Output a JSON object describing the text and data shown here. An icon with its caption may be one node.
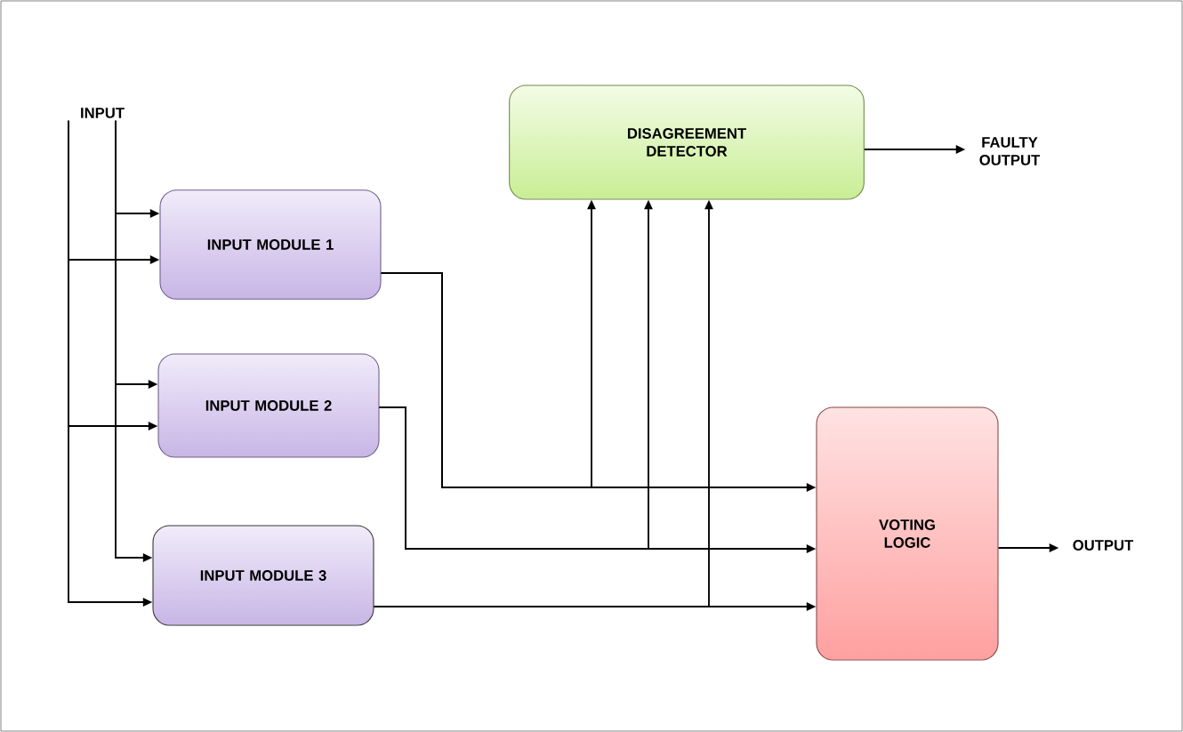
{
  "diagram": {
    "nodes": [
      {
        "text": [
          "INPUT"
        ]
      },
      {
        "text": [
          "INPUT MODULE 1"
        ]
      },
      {
        "text": [
          "INPUT MODULE 2"
        ]
      },
      {
        "text": [
          "INPUT MODULE 3"
        ]
      },
      {
        "text": [
          "DISAGREEMENT DETECTOR"
        ]
      },
      {
        "text": [
          "VOTING LOGIC"
        ]
      },
      {
        "text": [
          "FAULTY OUTPUT"
        ]
      },
      {
        "text": [
          "OUTPUT"
        ]
      }
    ],
    "edges": [
      {
        "from": 0,
        "to": 1,
        "arrow": "to"
      },
      {
        "from": 0,
        "to": 1,
        "arrow": "to"
      },
      {
        "from": 0,
        "to": 2,
        "arrow": "to"
      },
      {
        "from": 0,
        "to": 2,
        "arrow": "to"
      },
      {
        "from": 0,
        "to": 3,
        "arrow": "to"
      },
      {
        "from": 0,
        "to": 3,
        "arrow": "to"
      },
      {
        "from": 1,
        "to": 5,
        "arrow": "to"
      },
      {
        "from": 1,
        "to": 4,
        "arrow": "to"
      },
      {
        "from": 2,
        "to": 5,
        "arrow": "to"
      },
      {
        "from": 2,
        "to": 4,
        "arrow": "to"
      },
      {
        "from": 3,
        "to": 5,
        "arrow": "to"
      },
      {
        "from": 3,
        "to": 4,
        "arrow": "to"
      },
      {
        "from": 4,
        "to": 6,
        "arrow": "to"
      },
      {
        "from": 5,
        "to": 7,
        "arrow": "to"
      }
    ]
  }
}
